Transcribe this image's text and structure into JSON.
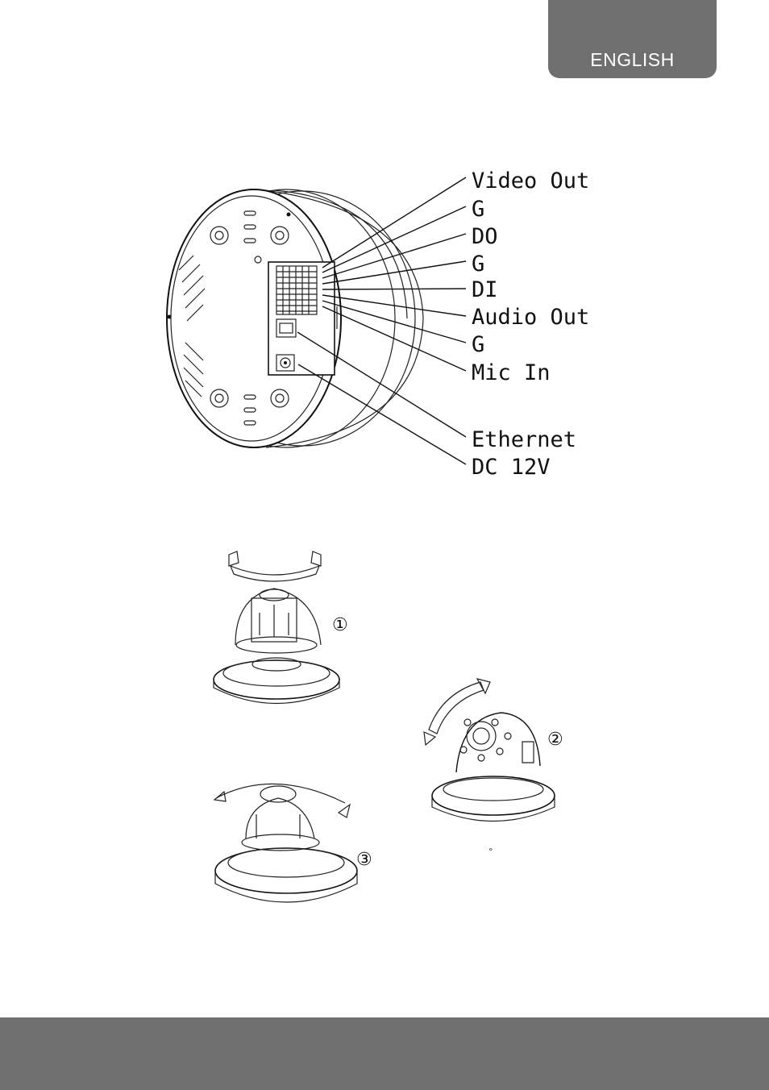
{
  "header": {
    "language_tab": "ENGLISH"
  },
  "connector_diagram": {
    "labels": [
      "Video Out",
      "G",
      "DO",
      "G",
      "DI",
      "Audio Out",
      "G",
      "Mic In",
      "Ethernet",
      "DC 12V"
    ]
  },
  "steps": {
    "step1": "①",
    "step2": "②",
    "step3": "③",
    "degree_mark": "°"
  }
}
